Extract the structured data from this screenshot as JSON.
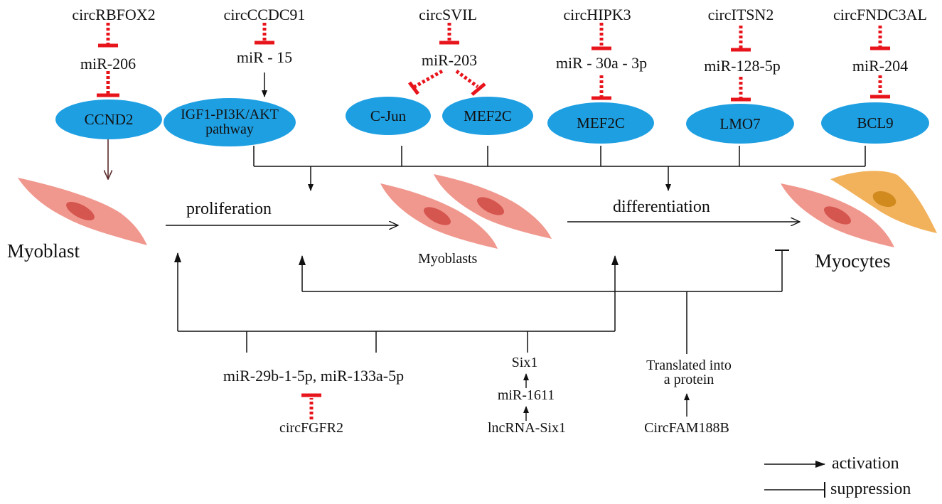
{
  "pathway": [
    {
      "circ": "circRBFOX2",
      "mir": "miR-206",
      "target": "CCND2"
    },
    {
      "circ": "circCCDC91",
      "mir": "miR - 15",
      "target": "IGF1-PI3K/AKT",
      "target_line2": "pathway"
    },
    {
      "circ": "circSVIL",
      "mir": "miR-203",
      "targets": [
        "C-Jun",
        "MEF2C"
      ]
    },
    {
      "circ": "circHIPK3",
      "mir": "miR - 30a - 3p",
      "target": "MEF2C"
    },
    {
      "circ": "circITSN2",
      "mir": "miR-128-5p",
      "target": "LMO7"
    },
    {
      "circ": "circFNDC3AL",
      "mir": "miR-204",
      "target": "BCL9"
    }
  ],
  "stages": {
    "myoblast": "Myoblast",
    "proliferation": "proliferation",
    "myoblasts": "Myoblasts",
    "differentiation": "differentiation",
    "myocytes": "Myocytes"
  },
  "bottom": {
    "mir_pair": "miR-29b-1-5p, miR-133a-5p",
    "circ_fgfr2": "circFGFR2",
    "six1": "Six1",
    "mir1611": "miR-1611",
    "lncrna": "lncRNA-Six1",
    "translated_line1": "Translated into",
    "translated_line2": "a protein",
    "circfam": "CircFAM188B"
  },
  "legend": {
    "activation": "activation",
    "suppression": "suppression"
  },
  "colors": {
    "node_fill": "#1e9fe2",
    "inhibit_red": "#e8141b",
    "cell_fill": "#f0988e",
    "cell_nucleus": "#d5554f",
    "myocyte_fill": "#f2b25c",
    "myocyte_nucleus": "#d08a1e",
    "arrow_dark": "#5a2a2a"
  }
}
